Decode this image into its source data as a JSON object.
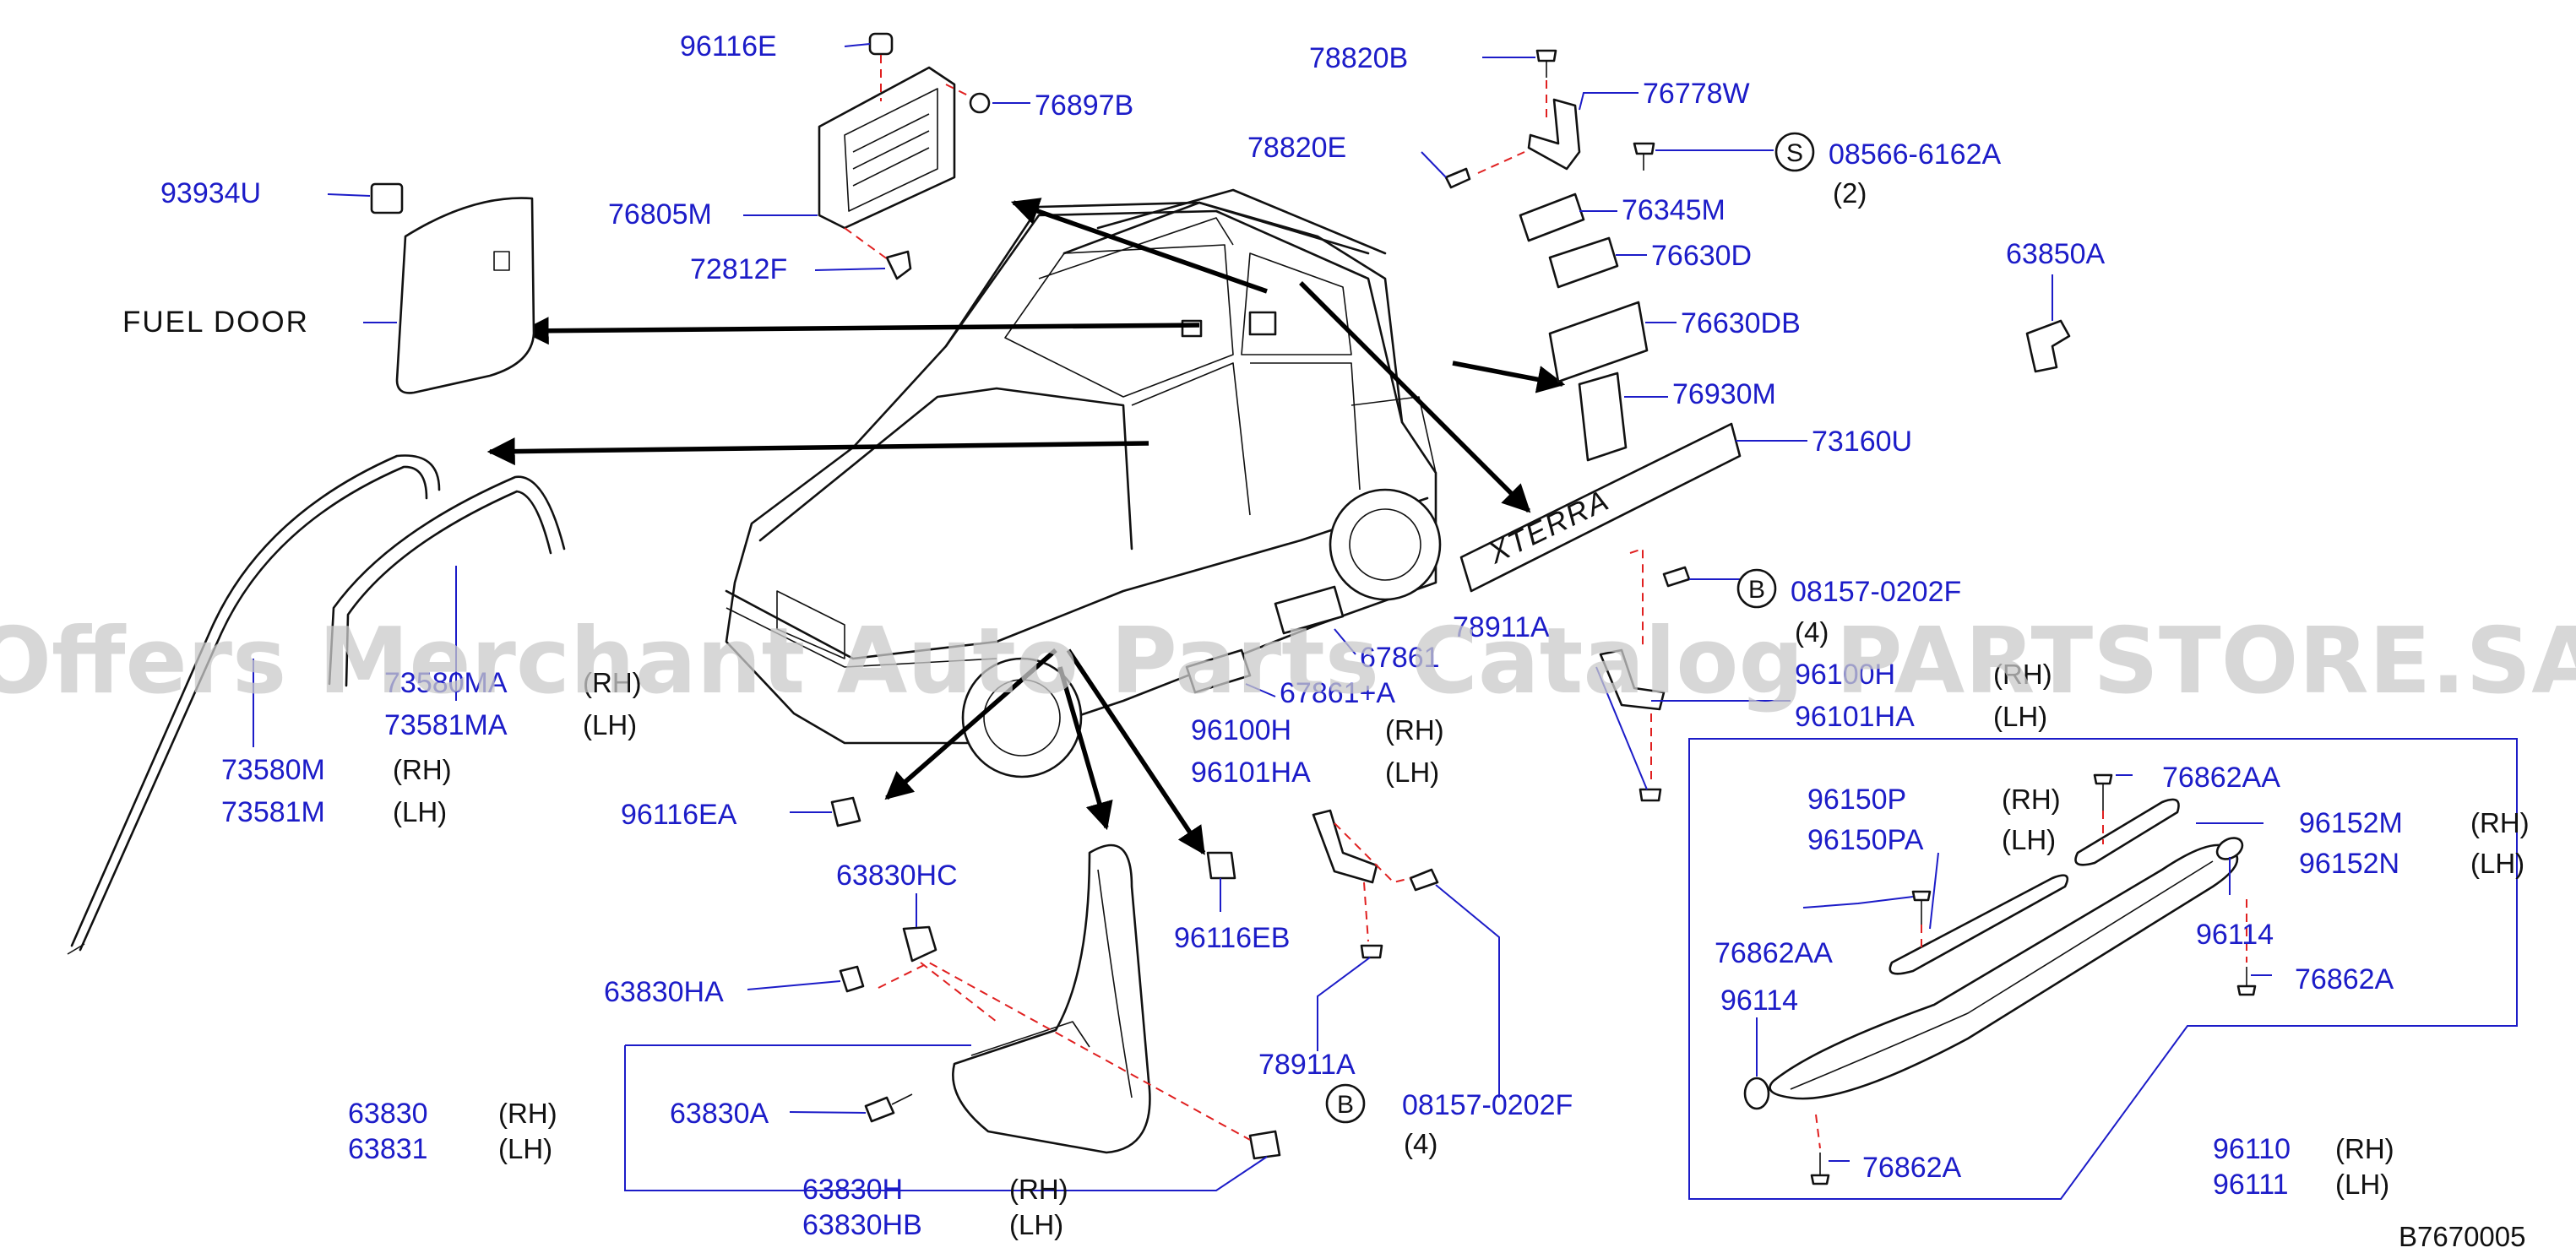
{
  "diagram_id": "B7670005",
  "fuel_door_label": "FUEL   DOOR",
  "watermark": "Offers Merchant Auto Parts Catalog PARTSTORE.SA",
  "badge_text": "XTERRA",
  "labels": {
    "p96116E": "96116E",
    "p76897B": "76897B",
    "p93934U": "93934U",
    "p76805M": "76805M",
    "p72812F": "72812F",
    "p78820B": "78820B",
    "p76778W": "76778W",
    "p78820E": "78820E",
    "p08566": "08566-6162A",
    "q08566": "(2)",
    "p76345M": "76345M",
    "p76630D": "76630D",
    "p76630DB": "76630DB",
    "p76930M": "76930M",
    "p63850A": "63850A",
    "p73160U": "73160U",
    "p08157a": "08157-0202F",
    "q08157a": "(4)",
    "p78911Aa": "78911A",
    "p67861": "67861",
    "p67861A": "67861+A",
    "p96100Ha": "96100H",
    "s96100Ha": "(RH)",
    "p96101HAa": "96101HA",
    "s96101HAa": "(LH)",
    "p73580MA": "73580MA",
    "s73580MA": "(RH)",
    "p73581MA": "73581MA",
    "s73581MA": "(LH)",
    "p73580M": "73580M",
    "s73580M": "(RH)",
    "p73581M": "73581M",
    "s73581M": "(LH)",
    "p96100Hb": "96100H",
    "s96100Hb": "(RH)",
    "p96101HAb": "96101HA",
    "s96101HAb": "(LH)",
    "p96116EA": "96116EA",
    "p63830HC": "63830HC",
    "p96116EB": "96116EB",
    "p63830HA": "63830HA",
    "p63830": "63830",
    "s63830": "(RH)",
    "p63831": "63831",
    "s63831": "(LH)",
    "p63830A": "63830A",
    "p63830H": "63830H",
    "s63830H": "(RH)",
    "p63830HB": "63830HB",
    "s63830HB": "(LH)",
    "p78911Ab": "78911A",
    "p08157b": "08157-0202F",
    "q08157b": "(4)",
    "p96150P": "96150P",
    "s96150P": "(RH)",
    "p96150PA": "96150PA",
    "s96150PA": "(LH)",
    "p76862AAa": "76862AA",
    "p96152M": "96152M",
    "s96152M": "(RH)",
    "p96152N": "96152N",
    "s96152N": "(LH)",
    "p96114a": "96114",
    "p76862AAb": "76862AA",
    "p76862Aa": "76862A",
    "p96114b": "96114",
    "p76862Ab": "76862A",
    "p96110": "96110",
    "s96110": "(RH)",
    "p96111": "96111",
    "s96111": "(LH)"
  },
  "circle_letters": {
    "s": "S",
    "b1": "B",
    "b2": "B"
  }
}
